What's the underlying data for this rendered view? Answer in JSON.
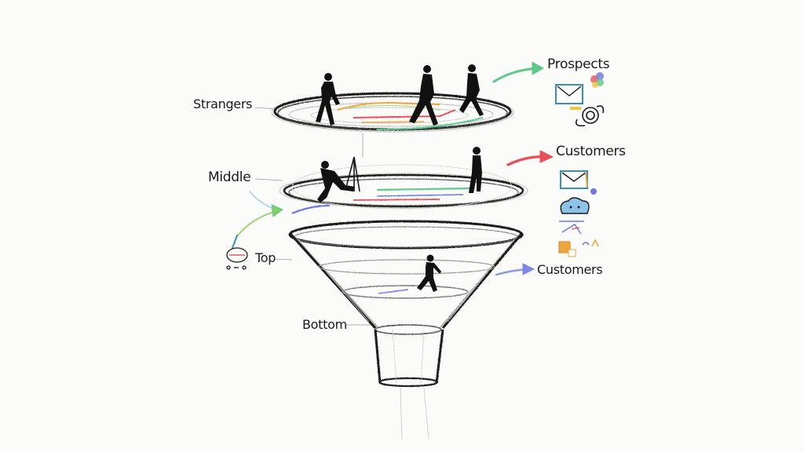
{
  "diagram": {
    "type": "marketing-funnel-sketch",
    "style": "hand-drawn pencil sketch",
    "stages": [
      {
        "label": "Strangers",
        "shape": "top ring platform",
        "figures": 3
      },
      {
        "label": "Middle",
        "shape": "middle ring platform",
        "figures": 2
      },
      {
        "label": "Top",
        "shape": "funnel cone mouth",
        "figures": 1
      },
      {
        "label": "Bottom",
        "shape": "funnel spout",
        "figures": 0
      }
    ],
    "outcomes": [
      {
        "label": "Prospects",
        "arrow_color": "#5ec98a",
        "icons": [
          "envelope-monitor-icon",
          "colorful-globe-icon",
          "camera-icon"
        ]
      },
      {
        "label": "Customers",
        "arrow_color": "#e8505b",
        "icons": [
          "envelope-monitor-icon",
          "cloud-face-icon",
          "chart-icon",
          "small-app-icons"
        ]
      },
      {
        "label": "Customers",
        "arrow_color": "#7f86e6",
        "icons": []
      }
    ],
    "accent_colors": {
      "green": "#5ec98a",
      "red": "#e8505b",
      "orange": "#f0a541",
      "blue": "#6a78e0",
      "ink": "#1a1a1a"
    }
  },
  "labels": {
    "strangers": "Strangers",
    "middle": "Middle",
    "top": "Top",
    "bottom": "Bottom",
    "prospects": "Prospects",
    "customers_1": "Customers",
    "customers_2": "Customers"
  }
}
